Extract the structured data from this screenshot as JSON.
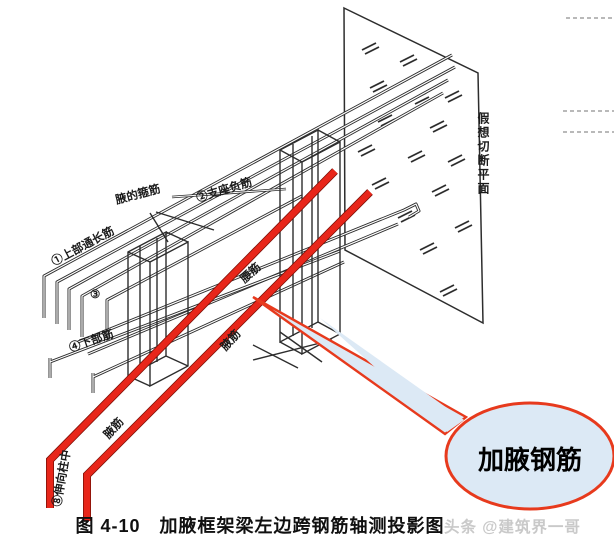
{
  "figure": {
    "caption": "图 4-10　加腋框架梁左边跨钢筋轴测投影图",
    "watermark": "头条 @建筑界一哥",
    "callout": {
      "text": "加腋钢筋"
    },
    "labels": {
      "top_through": "①上部通长筋",
      "support_negative": "②支座负筋",
      "row2_marker": "③",
      "haunch_stirrup": "腋的箍筋",
      "bottom_bar": "④下部筋",
      "waist_bar": "腰筋",
      "haunch_a": "腋筋",
      "haunch_b": "腋筋",
      "into_column": "⑧伸向柱中",
      "cut_plane": "假想切断平面"
    }
  },
  "colors": {
    "haunch_red": "#e8261a",
    "callout_fill": "#dce9f5",
    "callout_border": "#e73a1d",
    "line_dark": "#2d2d2d",
    "watermark_gray": "#c9c9c9"
  }
}
